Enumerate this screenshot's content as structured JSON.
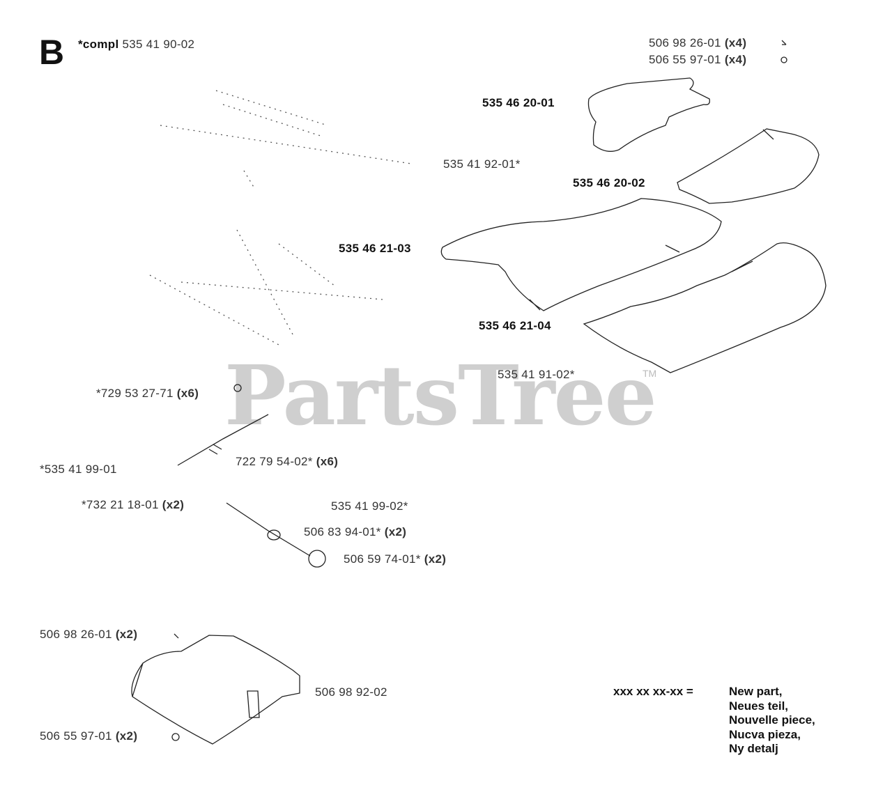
{
  "section": "B",
  "watermark": {
    "text": "PartsTree",
    "tm": "TM"
  },
  "header_label": {
    "prefix": "*compl",
    "number": "535 41 90-02"
  },
  "parts": [
    {
      "id": "p1",
      "number": "506 98 26-01",
      "qty": "(x4)"
    },
    {
      "id": "p2",
      "number": "506 55 97-01",
      "qty": "(x4)"
    },
    {
      "id": "p3",
      "number": "535 46 20-01",
      "qty": ""
    },
    {
      "id": "p4",
      "number": "535 41 92-01*",
      "qty": ""
    },
    {
      "id": "p5",
      "number": "535 46 20-02",
      "qty": ""
    },
    {
      "id": "p6",
      "number": "535 46 21-03",
      "qty": ""
    },
    {
      "id": "p7",
      "number": "535 46 21-04",
      "qty": ""
    },
    {
      "id": "p8",
      "number": "535 41 91-02*",
      "qty": ""
    },
    {
      "id": "p9",
      "number": "*729 53 27-71",
      "qty": "(x6)"
    },
    {
      "id": "p10",
      "number": "*535 41 99-01",
      "qty": ""
    },
    {
      "id": "p11",
      "number": "722 79 54-02*",
      "qty": "(x6)"
    },
    {
      "id": "p12",
      "number": "*732 21 18-01",
      "qty": "(x2)"
    },
    {
      "id": "p13",
      "number": "535 41 99-02*",
      "qty": ""
    },
    {
      "id": "p14",
      "number": "506 83 94-01*",
      "qty": "(x2)"
    },
    {
      "id": "p15",
      "number": "506 59 74-01*",
      "qty": "(x2)"
    },
    {
      "id": "p16",
      "number": "506 98 26-01",
      "qty": "(x2)"
    },
    {
      "id": "p17",
      "number": "506 98 92-02",
      "qty": ""
    },
    {
      "id": "p18",
      "number": "506 55 97-01",
      "qty": "(x2)"
    }
  ],
  "legend": {
    "key": "xxx xx xx-xx  =",
    "lines": [
      "New part,",
      "Neues teil,",
      "Nouvelle piece,",
      "Nucva pieza,",
      "Ny detalj"
    ]
  }
}
